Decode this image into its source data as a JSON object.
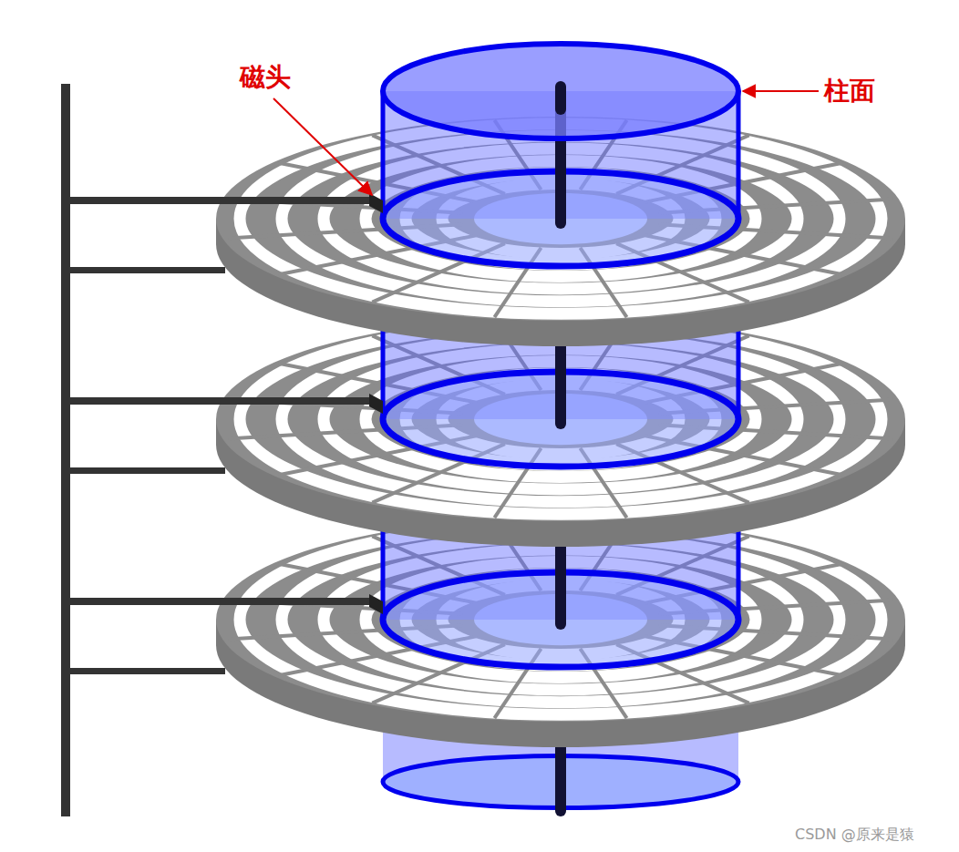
{
  "diagram": {
    "labels": [
      "磁头",
      "柱面",
      "CSDN @原来是猿"
    ]
  }
}
